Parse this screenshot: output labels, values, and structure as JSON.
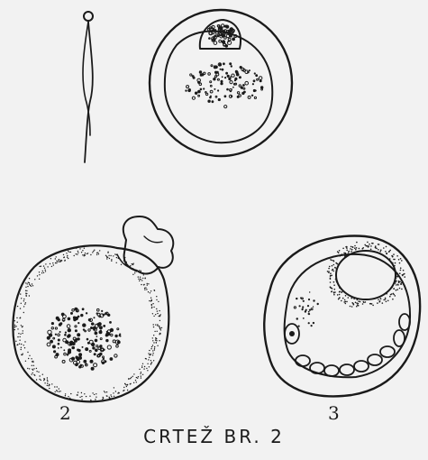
{
  "figure": {
    "caption": "CRTEŽ BR. 2",
    "labels": [
      "2",
      "3"
    ]
  },
  "colors": {
    "paper": "#f2f2f2",
    "ink": "#1a1a1a"
  }
}
